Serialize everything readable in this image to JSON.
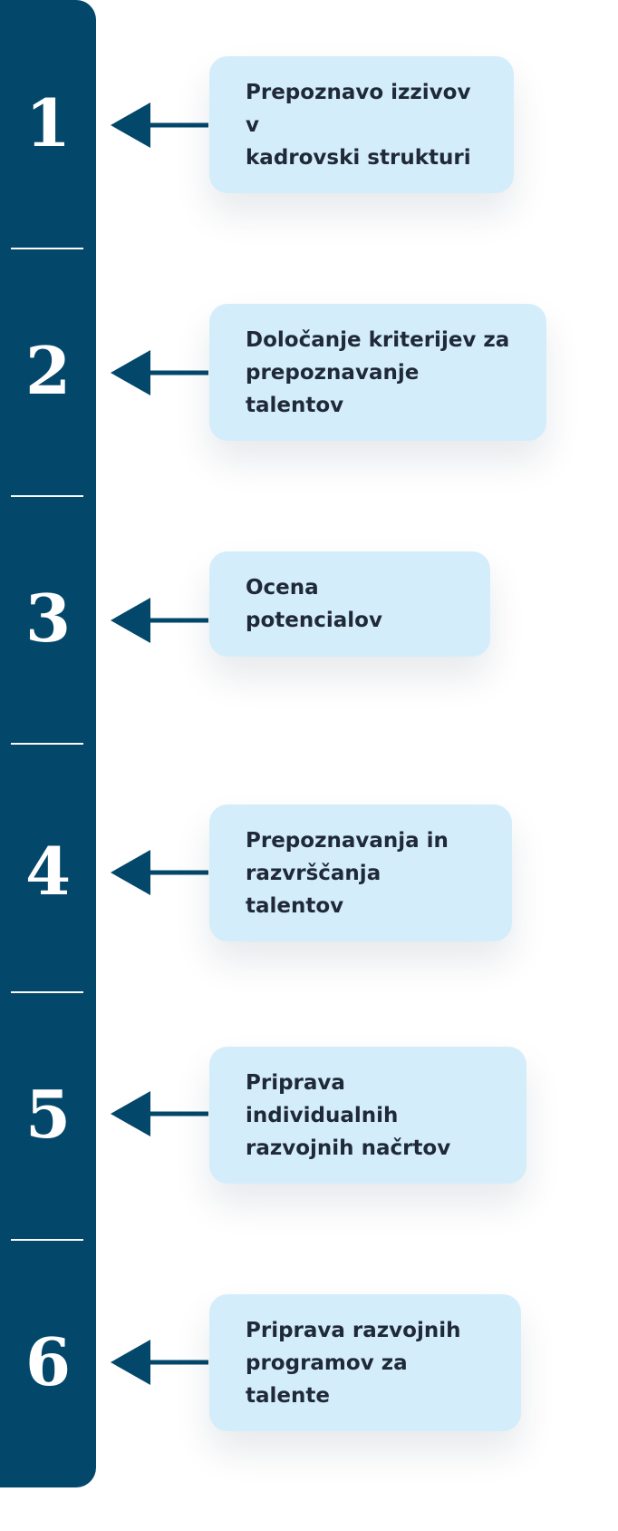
{
  "steps": [
    {
      "number": "1",
      "text": "Prepoznavo izzivov v\nkadrovski strukturi"
    },
    {
      "number": "2",
      "text": "Določanje kriterijev za\nprepoznavanje talentov"
    },
    {
      "number": "3",
      "text": "Ocena potencialov"
    },
    {
      "number": "4",
      "text": "Prepoznavanja in\nrazvrščanja talentov"
    },
    {
      "number": "5",
      "text": "Priprava individualnih\nrazvojnih načrtov"
    },
    {
      "number": "6",
      "text": "Priprava razvojnih\nprogramov za talente"
    }
  ],
  "colors": {
    "bar": "#03476a",
    "arrow": "#03476a",
    "card": "#d4edfb",
    "text": "#1f2937"
  }
}
